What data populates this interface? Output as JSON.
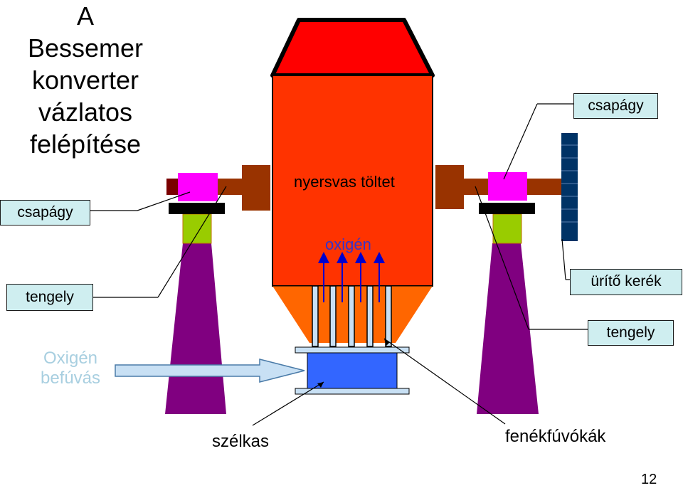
{
  "title_lines": [
    "A",
    "Bessemer",
    "konverter",
    "vázlatos",
    "felépítése"
  ],
  "labels": {
    "csapagy_left": "csapágy",
    "csapagy_right": "csapágy",
    "tengely_left": "tengely",
    "tengely_right": "tengely",
    "urito_kerek": "ürítő kerék",
    "nyersvas_toltet": "nyersvas töltet",
    "oxigen": "oxigén",
    "oxigen_befuvas_line1": "Oxigén",
    "oxigen_befuvas_line2": "befúvás",
    "szelkas": "szélkas",
    "fenekfuvokak": "fenékfúvókák"
  },
  "page_number": "12",
  "colors": {
    "converter_top": "#ff0000",
    "converter_body": "#ff3300",
    "converter_bottom": "#ff6600",
    "bearing": "#ff00ff",
    "shaft": "#993300",
    "pedestal": "#800080",
    "support": "#99cc00",
    "wind_box": "#3366ff",
    "wheel": "#003366",
    "oxygen_label": "#3333cc",
    "label_box": "#cfeef0"
  }
}
